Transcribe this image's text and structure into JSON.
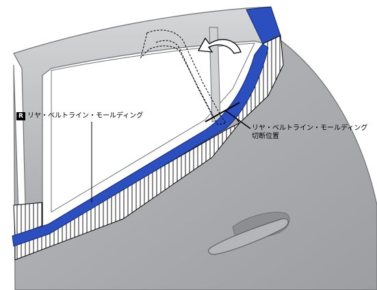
{
  "labels": {
    "rh_marker": "R",
    "molding_name": "リヤ・ベルトライン・モールディング",
    "cut_label_line1": "リヤ・ベルトライン・モールディング",
    "cut_label_line2": "切断位置"
  },
  "colors": {
    "molding_blue": "#2c4fbf",
    "door_gray": "#a9abae",
    "door_dark": "#8c8e91",
    "frame_gray": "#bfc1c3",
    "hatch": "#000000"
  },
  "icons": {
    "rotation_arrow": "curved-arrow-icon"
  }
}
